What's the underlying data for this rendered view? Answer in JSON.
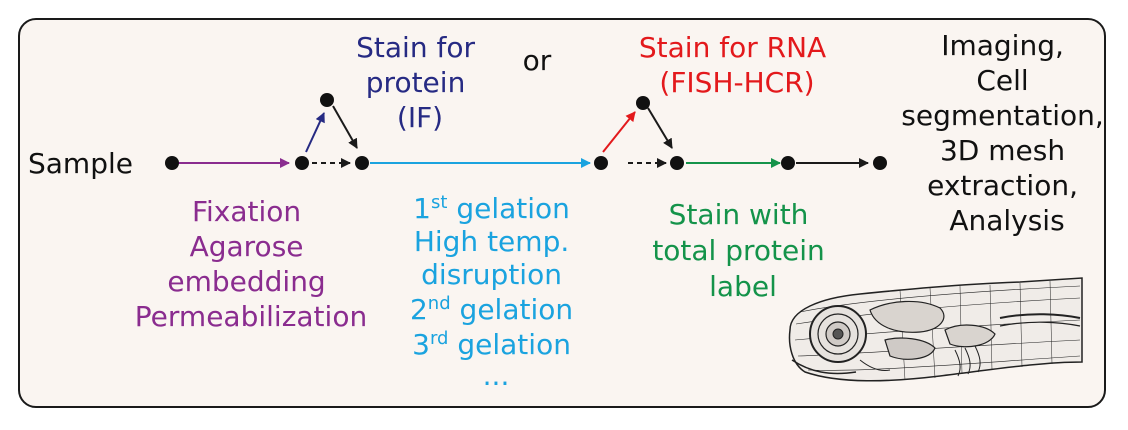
{
  "labels": {
    "sample": "Sample",
    "stain_protein": [
      "Stain for",
      "protein",
      "(IF)"
    ],
    "or": "or",
    "stain_rna": [
      "Stain for RNA",
      "(FISH-HCR)"
    ],
    "imaging": [
      "Imaging,",
      "Cell",
      "segmentation,",
      "3D mesh",
      "extraction,",
      "Analysis"
    ],
    "fixation": [
      "Fixation",
      "Agarose",
      "embedding",
      "Permeabilization"
    ],
    "gelation": {
      "first": {
        "num": "1",
        "sup": "st",
        "rest": " gelation"
      },
      "high_temp": [
        "High temp.",
        "disruption"
      ],
      "second": {
        "num": "2",
        "sup": "nd",
        "rest": " gelation"
      },
      "third": {
        "num": "3",
        "sup": "rd",
        "rest": " gelation"
      },
      "ellipsis": "..."
    },
    "total_protein": [
      "Stain with",
      "total protein",
      "label"
    ]
  },
  "colors": {
    "purple": "#8a2c8f",
    "navy": "#262a83",
    "cyan": "#1aa3df",
    "red": "#e3191c",
    "green": "#14934a",
    "black": "#1a1a1a",
    "frame_bg": "#faf5f1"
  },
  "icons": [
    "fish-head-mesh-illustration"
  ]
}
